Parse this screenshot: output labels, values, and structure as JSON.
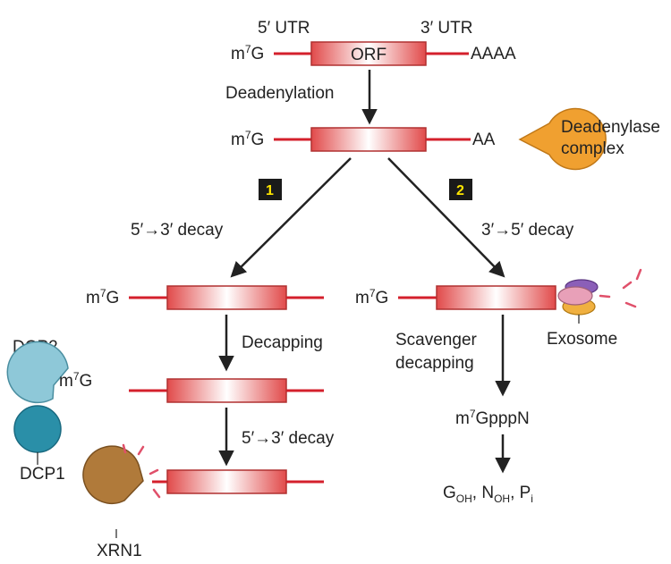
{
  "colors": {
    "rna_line": "#d4202c",
    "box_edge": "#c0392b",
    "box_fill_edge": "#e04848",
    "box_fill_center": "#ffffff",
    "arrow": "#222222",
    "step_badge_bg": "#1a1a1a",
    "step_badge_text": "#ffe600",
    "deadenylase": "#f0a030",
    "dcp2": "#8ec8d8",
    "dcp1": "#2a8fa8",
    "xrn1": "#b07a3a",
    "exosome_purple": "#8b5fb8",
    "exosome_pink": "#e8a0b8",
    "exosome_orange": "#f0b040"
  },
  "top": {
    "utr5": "5′ UTR",
    "utr3": "3′ UTR",
    "orf": "ORF",
    "polyA": "AAAA",
    "cap": "m",
    "cap_sup": "7",
    "cap_g": "G"
  },
  "deadenylation": {
    "label": "Deadenylation",
    "shortA": "AA",
    "complex_line1": "Deadenylase",
    "complex_line2": "complex"
  },
  "steps": {
    "one": "1",
    "two": "2"
  },
  "left_path": {
    "decay_label": "5′→3′ decay",
    "decapping": "Decapping",
    "decay_label2": "5′→3′ decay",
    "dcp2": "DCP2",
    "dcp1": "DCP1",
    "xrn1": "XRN1"
  },
  "right_path": {
    "decay_label": "3′→5′ decay",
    "exosome": "Exosome",
    "scavenger_line1": "Scavenger",
    "scavenger_line2": "decapping",
    "product_main": "GpppN",
    "final": {
      "g": "G",
      "g_sub": "OH",
      "sep1": ", N",
      "n_sub": "OH",
      "sep2": ", P",
      "p_sub": "i"
    }
  }
}
